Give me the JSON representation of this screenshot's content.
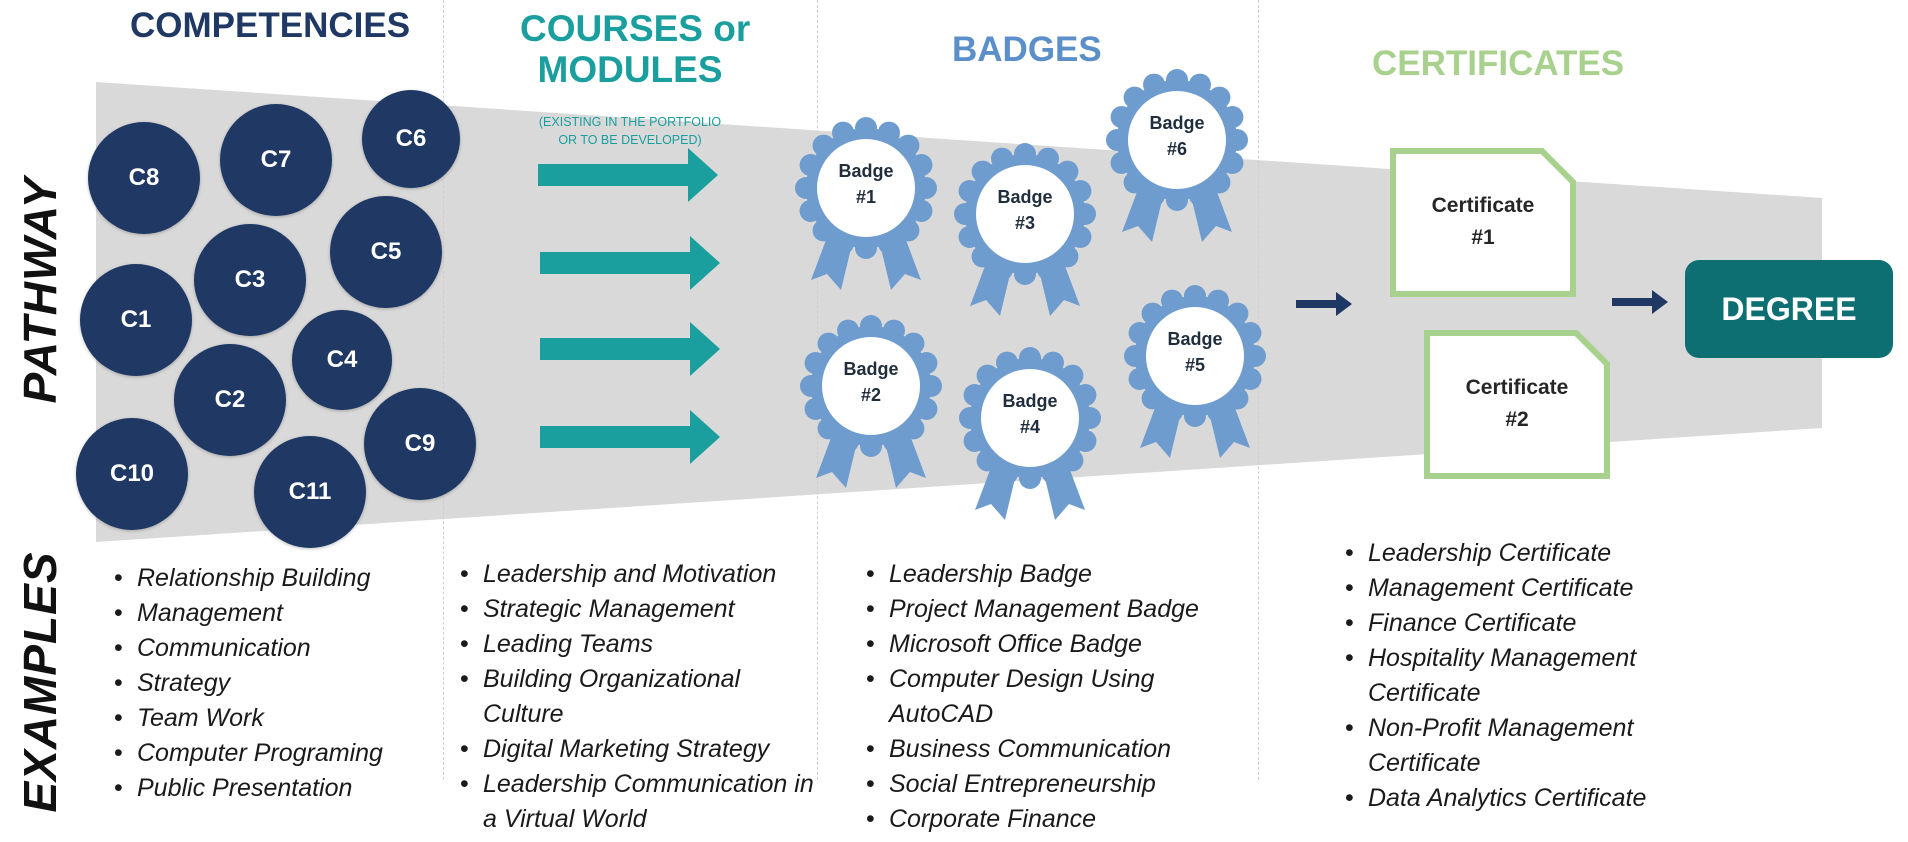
{
  "headers": {
    "competencies": "COMPETENCIES",
    "courses_line1": "COURSES or",
    "courses_line2": "MODULES",
    "courses_note_line1": "(EXISTING IN THE PORTFOLIO",
    "courses_note_line2": "OR TO BE DEVELOPED)",
    "badges": "BADGES",
    "certificates": "CERTIFICATES"
  },
  "side_labels": {
    "pathway": "PATHWAY",
    "examples": "EXAMPLES"
  },
  "competencies": [
    "C8",
    "C7",
    "C6",
    "C5",
    "C3",
    "C1",
    "C4",
    "C2",
    "C9",
    "C10",
    "C11"
  ],
  "badges": {
    "b1": {
      "line1": "Badge",
      "line2": "#1"
    },
    "b2": {
      "line1": "Badge",
      "line2": "#2"
    },
    "b3": {
      "line1": "Badge",
      "line2": "#3"
    },
    "b4": {
      "line1": "Badge",
      "line2": "#4"
    },
    "b5": {
      "line1": "Badge",
      "line2": "#5"
    },
    "b6": {
      "line1": "Badge",
      "line2": "#6"
    }
  },
  "certificates": {
    "c1": {
      "line1": "Certificate",
      "line2": "#1"
    },
    "c2": {
      "line1": "Certificate",
      "line2": "#2"
    }
  },
  "degree": "DEGREE",
  "examples": {
    "competencies": [
      "Relationship Building",
      "Management",
      "Communication",
      "Strategy",
      "Team Work",
      "Computer Programing",
      "Public Presentation"
    ],
    "courses": [
      "Leadership and Motivation",
      "Strategic Management",
      "Leading Teams",
      "Building Organizational Culture",
      "Digital Marketing Strategy",
      "Leadership Communication in a Virtual World"
    ],
    "badges": [
      "Leadership Badge",
      "Project Management Badge",
      "Microsoft Office Badge",
      "Computer Design Using AutoCAD",
      "Business Communication",
      "Social Entrepreneurship",
      "Corporate Finance"
    ],
    "certificates": [
      "Leadership Certificate",
      "Management Certificate",
      "Finance Certificate",
      "Hospitality Management Certificate",
      "Non-Profit Management Certificate",
      "Data Analytics Certificate"
    ]
  },
  "colors": {
    "navy": "#1f3864",
    "teal": "#1a9e9e",
    "badge_blue": "#6f9ccf",
    "cert_green": "#a9d18e",
    "degree": "#0e6f73",
    "funnel_gray": "#d9d9d9"
  },
  "icons": [
    "arrow-right-icon",
    "badge-rosette-icon",
    "certificate-icon"
  ]
}
